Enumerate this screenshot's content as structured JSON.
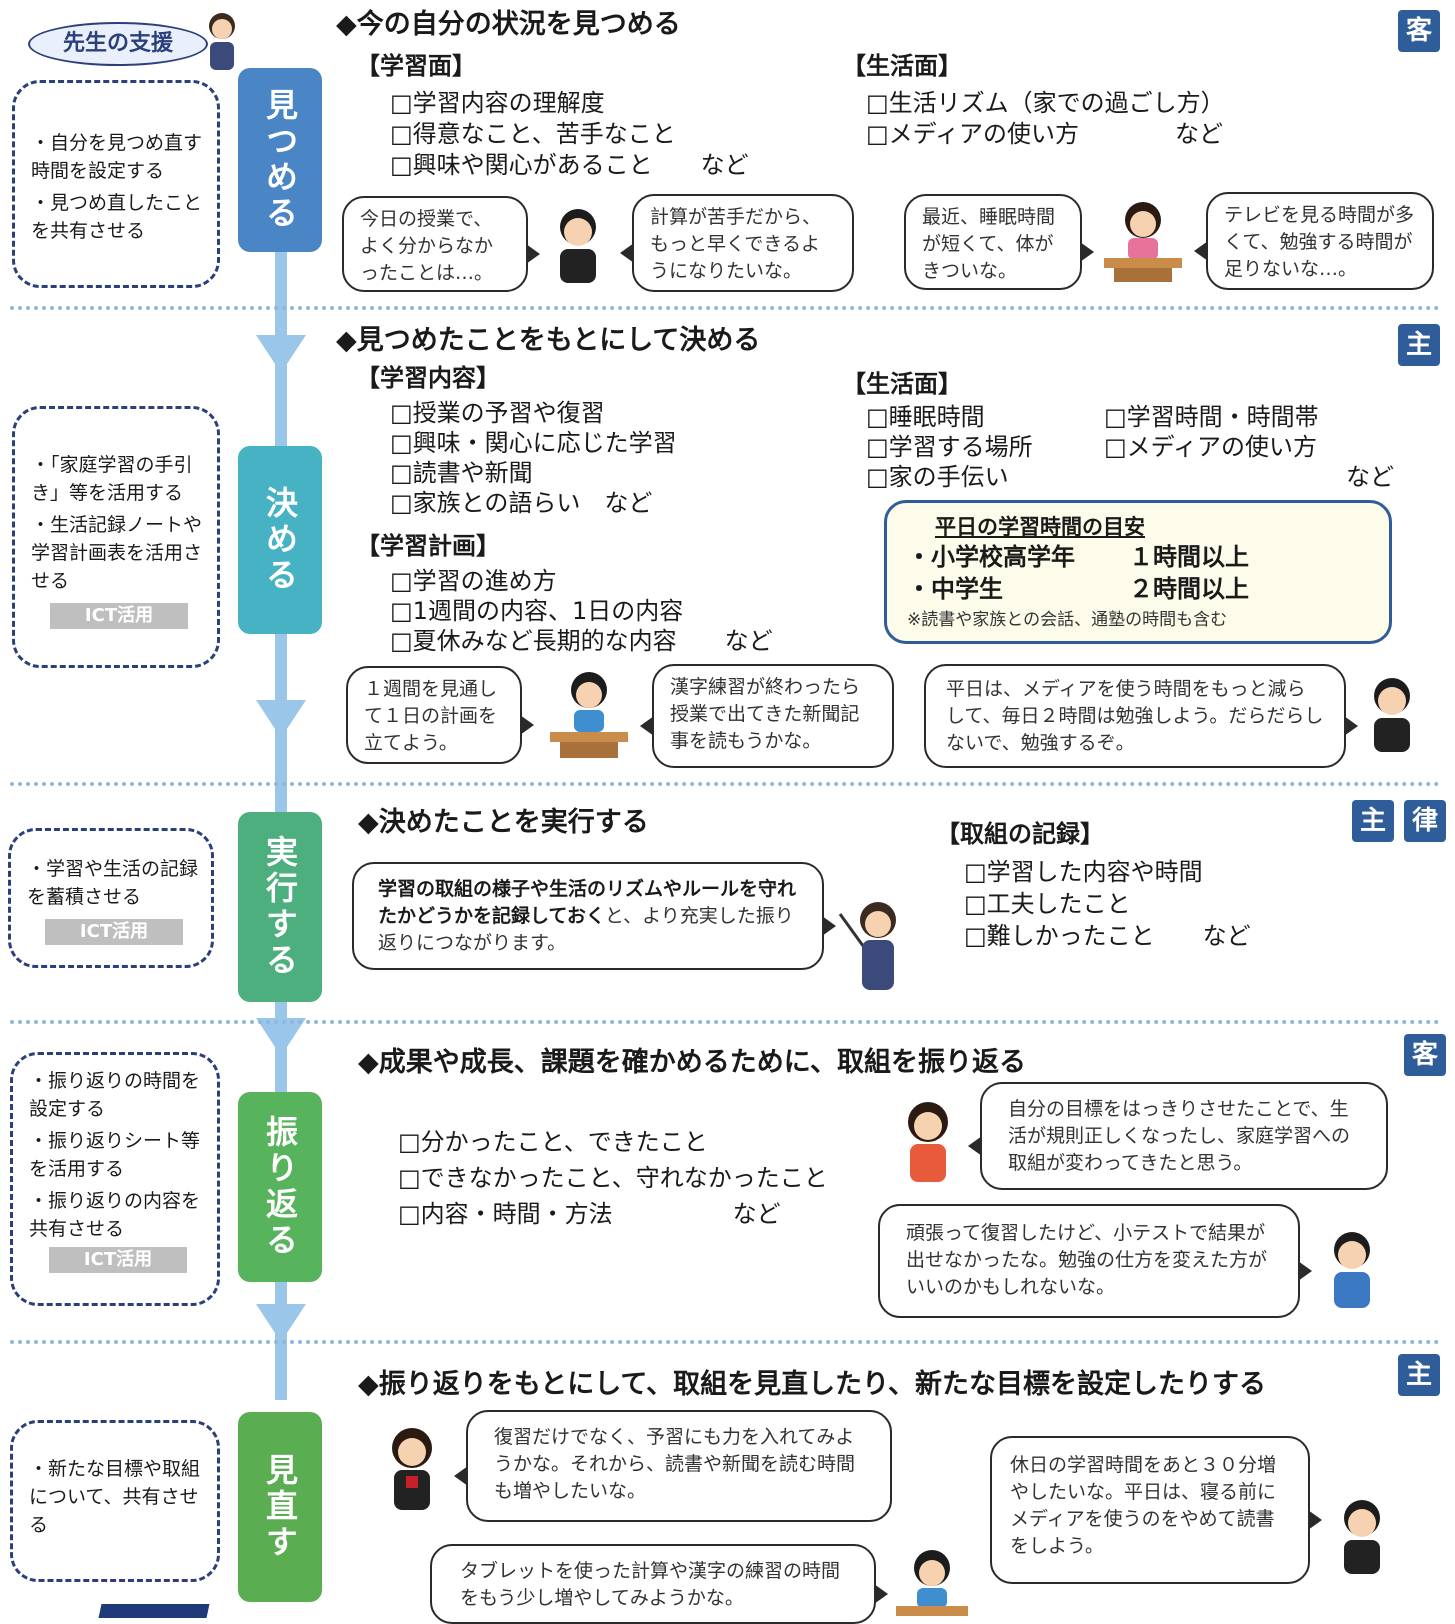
{
  "teacher_support_label": "先生の支援",
  "colors": {
    "navy": "#2b3f7a",
    "step1": "#4a86c5",
    "step2": "#47b2c4",
    "step3": "#4caf7d",
    "step4": "#57b35c",
    "step5": "#5aad50",
    "flow": "#9ac6ea",
    "badge": "#2f5d9a"
  },
  "sections": [
    {
      "step": "見つめる",
      "support": [
        "・自分を見つめ直す時間を設定する",
        "・見つめ直したことを共有させる"
      ],
      "heading": "◆今の自分の状況を見つめる",
      "badges": [
        "客"
      ],
      "left_title": "【学習面】",
      "left_items": [
        "□学習内容の理解度",
        "□得意なこと、苦手なこと",
        "□興味や関心があること　　など"
      ],
      "right_title": "【生活面】",
      "right_items": [
        "□生活リズム（家での過ごし方）",
        "□メディアの使い方　　　　など"
      ],
      "bubbles": [
        "今日の授業で、よく分からなかったことは…。",
        "計算が苦手だから、もっと早くできるようになりたいな。",
        "最近、睡眠時間が短くて、体がきついな。",
        "テレビを見る時間が多くて、勉強する時間が足りないな…。"
      ]
    },
    {
      "step": "決める",
      "support": [
        "・「家庭学習の手引き」等を活用する",
        "・生活記録ノートや学習計画表を活用させる"
      ],
      "ict": "ICT活用",
      "heading": "◆見つめたことをもとにして決める",
      "badges": [
        "主"
      ],
      "title_a": "【学習内容】",
      "items_a": [
        "□授業の予習や復習",
        "□興味・関心に応じた学習",
        "□読書や新聞",
        "□家族との語らい　など"
      ],
      "title_b": "【学習計画】",
      "items_b": [
        "□学習の進め方",
        "□1週間の内容、1日の内容",
        "□夏休みなど長期的な内容　　など"
      ],
      "title_c": "【生活面】",
      "items_c1": [
        "□睡眠時間",
        "□学習する場所",
        "□家の手伝い"
      ],
      "items_c2": [
        "□学習時間・時間帯",
        "□メディアの使い方"
      ],
      "items_c_end": "など",
      "guide": {
        "title": "平日の学習時間の目安",
        "rows": [
          {
            "label": "・小学校高学年",
            "value": "１時間以上"
          },
          {
            "label": "・中学生",
            "value": "２時間以上"
          }
        ],
        "note": "※読書や家族との会話、通塾の時間も含む"
      },
      "bubbles": [
        "１週間を見通して１日の計画を立てよう。",
        "漢字練習が終わったら授業で出てきた新聞記事を読もうかな。",
        "平日は、メディアを使う時間をもっと減らして、毎日２時間は勉強しよう。だらだらしないで、勉強するぞ。"
      ]
    },
    {
      "step": "実行する",
      "support": [
        "・学習や生活の記録を蓄積させる"
      ],
      "ict": "ICT活用",
      "heading": "◆決めたことを実行する",
      "badges": [
        "主",
        "律"
      ],
      "bubble_bold": "学習の取組の様子や生活のリズムやルールを守れたかどうかを記録しておく",
      "bubble_rest": "と、より充実した振り返りにつながります。",
      "record_title": "【取組の記録】",
      "record_items": [
        "□学習した内容や時間",
        "□工夫したこと",
        "□難しかったこと　　など"
      ]
    },
    {
      "step": "振り返る",
      "support": [
        "・振り返りの時間を設定する",
        "・振り返りシート等を活用する",
        "・振り返りの内容を共有させる"
      ],
      "ict": "ICT活用",
      "heading": "◆成果や成長、課題を確かめるために、取組を振り返る",
      "badges": [
        "客"
      ],
      "items": [
        "□分かったこと、できたこと",
        "□できなかったこと、守れなかったこと",
        "□内容・時間・方法　　　　　など"
      ],
      "bubbles": [
        "自分の目標をはっきりさせたことで、生活が規則正しくなったし、家庭学習への取組が変わってきたと思う。",
        "頑張って復習したけど、小テストで結果が出せなかったな。勉強の仕方を変えた方がいいのかもしれないな。"
      ]
    },
    {
      "step": "見直す",
      "support": [
        "・新たな目標や取組について、共有させる"
      ],
      "heading": "◆振り返りをもとにして、取組を見直したり、新たな目標を設定したりする",
      "badges": [
        "主"
      ],
      "bubbles": [
        "復習だけでなく、予習にも力を入れてみようかな。それから、読書や新聞を読む時間も増やしたいな。",
        "タブレットを使った計算や漢字の練習の時間をもう少し増やしてみようかな。",
        "休日の学習時間をあと３０分増やしたいな。平日は、寝る前にメディアを使うのをやめて読書をしよう。"
      ]
    }
  ]
}
